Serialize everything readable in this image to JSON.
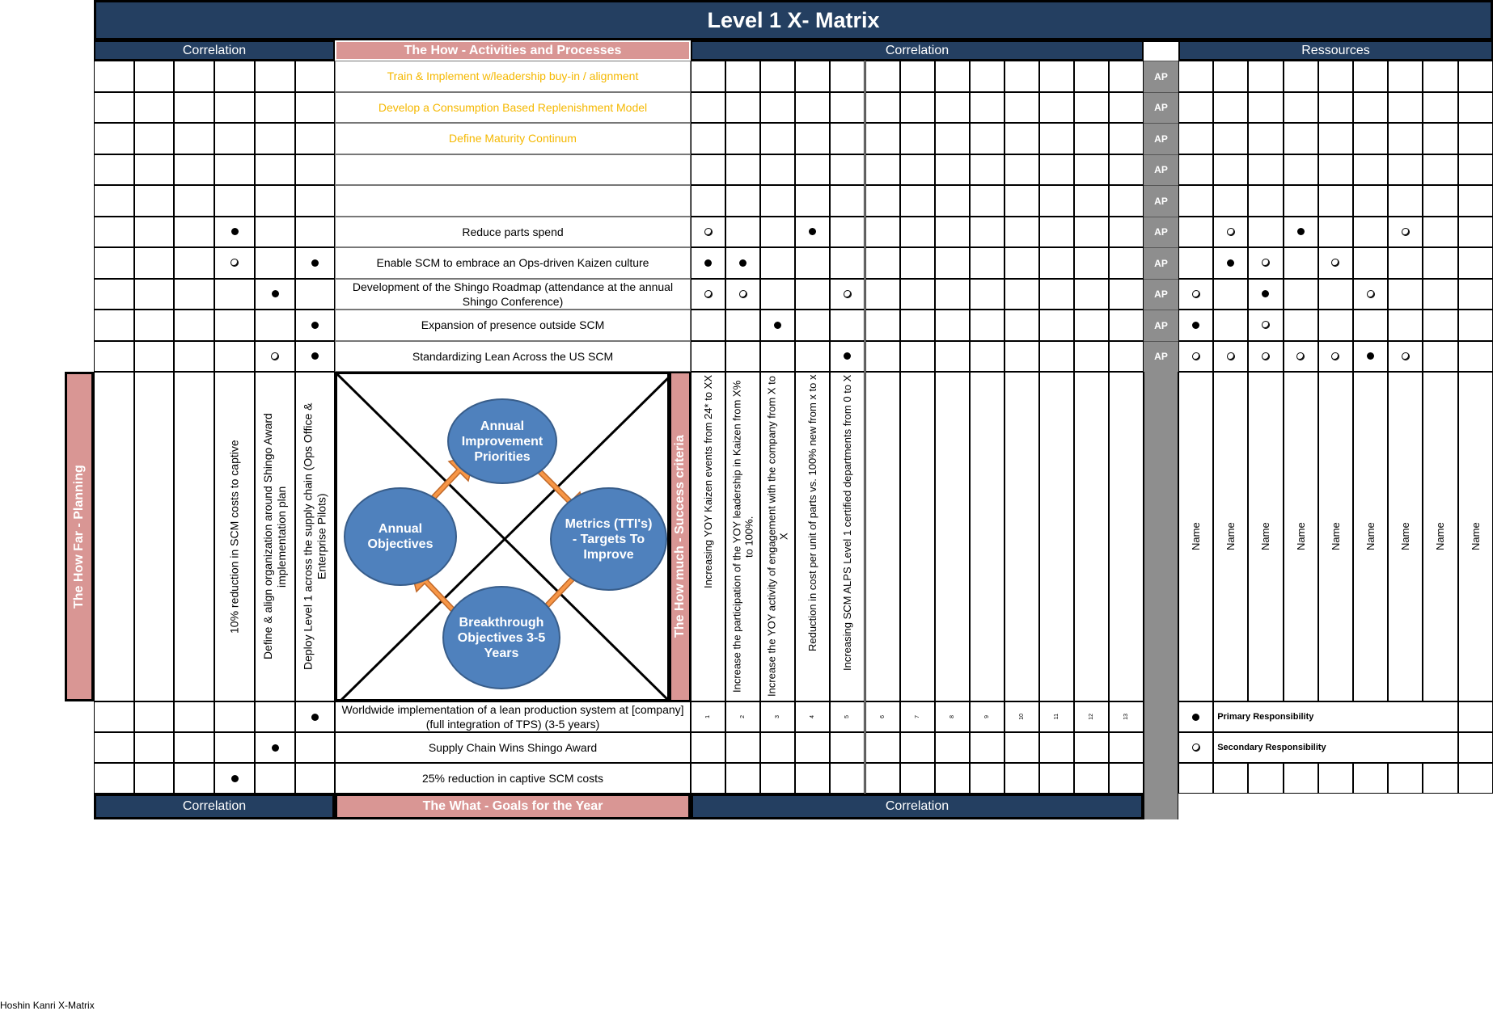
{
  "title": "Level 1 X- Matrix",
  "headers": {
    "left_correlation": "Correlation",
    "how": "The How - Activities and Processes",
    "right_correlation": "Correlation",
    "resources": "Ressources",
    "bottom_left_correlation": "Correlation",
    "what": "The What - Goals for the Year",
    "bottom_right_correlation": "Correlation",
    "how_far": "The How Far - Planning",
    "how_much": "The How much - Success criteria"
  },
  "ap_label": "AP",
  "activities": [
    {
      "label": "Train & Implement w/leadership buy-in / alignment",
      "style": "gold",
      "left": [
        "",
        "",
        "",
        "",
        "",
        ""
      ],
      "right": [
        "",
        "",
        "",
        "",
        "",
        "",
        "",
        "",
        "",
        "",
        "",
        "",
        ""
      ],
      "resources": [
        "",
        "",
        "",
        "",
        "",
        "",
        "",
        "",
        ""
      ]
    },
    {
      "label": "Develop a Consumption Based Replenishment Model",
      "style": "gold",
      "left": [
        "",
        "",
        "",
        "",
        "",
        ""
      ],
      "right": [
        "",
        "",
        "",
        "",
        "",
        "",
        "",
        "",
        "",
        "",
        "",
        "",
        ""
      ],
      "resources": [
        "",
        "",
        "",
        "",
        "",
        "",
        "",
        "",
        ""
      ]
    },
    {
      "label": "Define Maturity Continum",
      "style": "gold",
      "left": [
        "",
        "",
        "",
        "",
        "",
        ""
      ],
      "right": [
        "",
        "",
        "",
        "",
        "",
        "",
        "",
        "",
        "",
        "",
        "",
        "",
        ""
      ],
      "resources": [
        "",
        "",
        "",
        "",
        "",
        "",
        "",
        "",
        ""
      ]
    },
    {
      "label": "",
      "style": "",
      "left": [
        "",
        "",
        "",
        "",
        "",
        ""
      ],
      "right": [
        "",
        "",
        "",
        "",
        "",
        "",
        "",
        "",
        "",
        "",
        "",
        "",
        ""
      ],
      "resources": [
        "",
        "",
        "",
        "",
        "",
        "",
        "",
        "",
        ""
      ]
    },
    {
      "label": "",
      "style": "",
      "left": [
        "",
        "",
        "",
        "",
        "",
        ""
      ],
      "right": [
        "",
        "",
        "",
        "",
        "",
        "",
        "",
        "",
        "",
        "",
        "",
        "",
        ""
      ],
      "resources": [
        "",
        "",
        "",
        "",
        "",
        "",
        "",
        "",
        ""
      ]
    },
    {
      "label": "Reduce parts spend",
      "style": "",
      "left": [
        "",
        "",
        "",
        "full",
        "",
        ""
      ],
      "right": [
        "open",
        "",
        "",
        "full",
        "",
        "",
        "",
        "",
        "",
        "",
        "",
        "",
        ""
      ],
      "resources": [
        "",
        "open",
        "",
        "full",
        "",
        "",
        "open",
        "",
        ""
      ]
    },
    {
      "label": "Enable SCM to embrace an Ops-driven Kaizen culture",
      "style": "",
      "left": [
        "",
        "",
        "",
        "open",
        "",
        "full"
      ],
      "right": [
        "full",
        "full",
        "",
        "",
        "",
        "",
        "",
        "",
        "",
        "",
        "",
        "",
        ""
      ],
      "resources": [
        "",
        "full",
        "open",
        "",
        "open",
        "",
        "",
        "",
        ""
      ]
    },
    {
      "label": "Development of the Shingo Roadmap (attendance at the annual Shingo Conference)",
      "style": "",
      "left": [
        "",
        "",
        "",
        "",
        "full",
        ""
      ],
      "right": [
        "open",
        "open",
        "",
        "",
        "open",
        "",
        "",
        "",
        "",
        "",
        "",
        "",
        ""
      ],
      "resources": [
        "open",
        "",
        "full",
        "",
        "",
        "open",
        "",
        "",
        ""
      ]
    },
    {
      "label": "Expansion of presence outside SCM",
      "style": "",
      "left": [
        "",
        "",
        "",
        "",
        "",
        "full"
      ],
      "right": [
        "",
        "",
        "full",
        "",
        "",
        "",
        "",
        "",
        "",
        "",
        "",
        "",
        ""
      ],
      "resources": [
        "full",
        "",
        "open",
        "",
        "",
        "",
        "",
        "",
        ""
      ]
    },
    {
      "label": "Standardizing Lean Across the US SCM",
      "style": "",
      "left": [
        "",
        "",
        "",
        "",
        "open",
        "full"
      ],
      "right": [
        "",
        "",
        "",
        "",
        "full",
        "",
        "",
        "",
        "",
        "",
        "",
        "",
        ""
      ],
      "resources": [
        "open",
        "open",
        "open",
        "open",
        "open",
        "full",
        "open",
        "",
        ""
      ]
    }
  ],
  "planning_items": [
    "",
    "",
    "",
    "10% reduction in SCM costs to captive",
    "Define & align organization around Shingo Award implementation plan",
    "Deploy Level 1 across the supply chain (Ops Office & Enterprise Pilots)"
  ],
  "success_criteria": [
    "Increasing YOY Kaizen events from 24* to XX",
    "Increase the participation of the YOY leadership in Kaizen from X% to 100%.",
    "Increase the YOY activity of engagement with the company from X to X",
    "Reduction in cost per unit of parts vs. 100% new from x to x",
    "Increasing SCM ALPS Level 1 certified departments from 0 to X",
    "",
    "",
    "",
    "",
    "",
    "",
    "",
    ""
  ],
  "criteria_numbers": [
    "1",
    "2",
    "3",
    "4",
    "5",
    "6",
    "7",
    "8",
    "9",
    "10",
    "11",
    "12",
    "13"
  ],
  "resource_names": [
    "Name",
    "Name",
    "Name",
    "Name",
    "Name",
    "Name",
    "Name",
    "Name",
    "Name"
  ],
  "diagram": {
    "top": "Annual Improvement Priorities",
    "left": "Annual Objectives",
    "right": "Metrics (TTI's) - Targets To Improve",
    "bottom": "Breakthrough Objectives 3-5 Years"
  },
  "goals": [
    {
      "label": "Worldwide implementation of a lean production system at [company] (full integration of TPS) (3-5 years)",
      "left": [
        "",
        "",
        "",
        "",
        "",
        "full"
      ]
    },
    {
      "label": "Supply Chain Wins Shingo Award",
      "left": [
        "",
        "",
        "",
        "",
        "full",
        ""
      ]
    },
    {
      "label": "25% reduction in captive SCM costs",
      "left": [
        "",
        "",
        "",
        "full",
        "",
        ""
      ]
    }
  ],
  "legend": {
    "primary": "Primary Responsibility",
    "secondary": "Secondary Responsibility"
  },
  "colors": {
    "navy": "#243f61",
    "pink": "#d99694",
    "gold": "#f5b800",
    "grey": "#8e8e8e",
    "bubble": "#4f81bd",
    "arrow": "#f79646"
  },
  "footer": "Hoshin Kanri X-Matrix"
}
